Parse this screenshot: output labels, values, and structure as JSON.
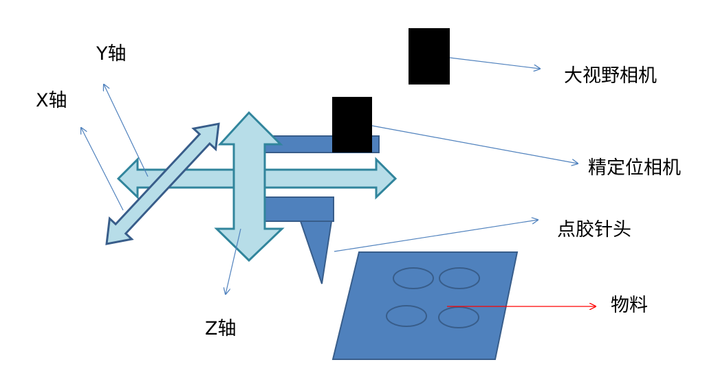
{
  "labels": {
    "y_axis": "Y轴",
    "x_axis": "X轴",
    "z_axis": "Z轴",
    "wide_camera": "大视野相机",
    "precise_camera": "精定位相机",
    "dispensing_needle": "点胶针头",
    "material": "物料"
  },
  "colors": {
    "arrow_fill": "#b7dde8",
    "arrow_stroke": "#31859c",
    "part_fill": "#4f81bd",
    "part_stroke": "#385d8a",
    "leader_line": "#4f81bd",
    "material_leader": "#ff0000",
    "camera": "#000000"
  }
}
